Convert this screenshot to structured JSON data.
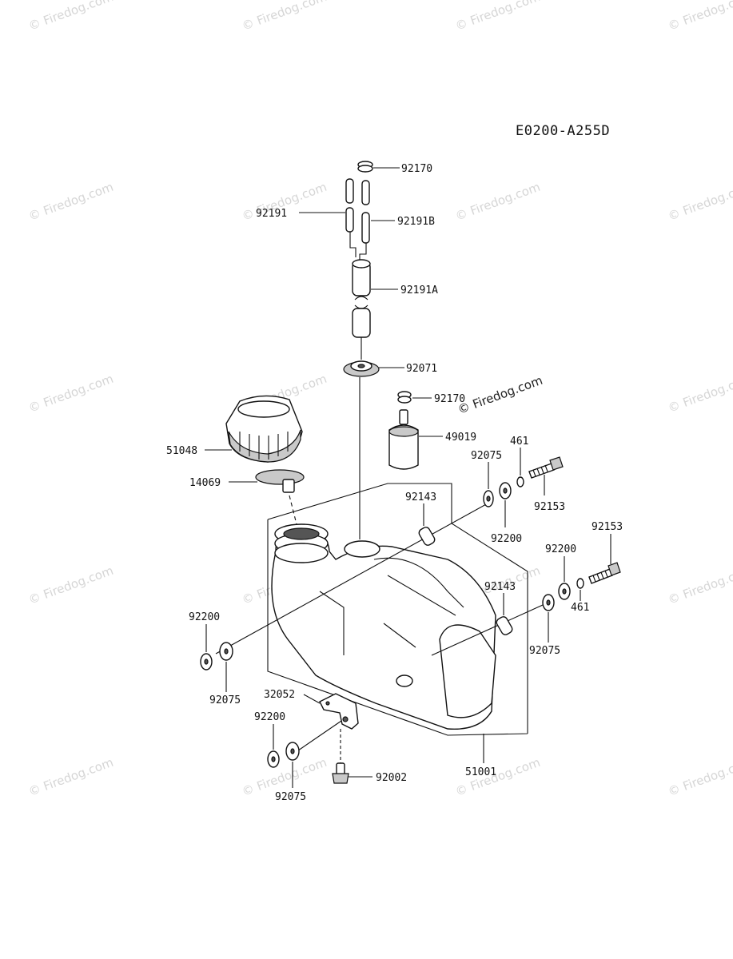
{
  "diagram_code": "E0200-A255D",
  "watermark_text": "© Firedog.com",
  "watermark_featured": "© Firedog.com",
  "part_labels": {
    "p92170_top": "92170",
    "p92191": "92191",
    "p92191B": "92191B",
    "p92191A": "92191A",
    "p92071": "92071",
    "p92170_mid": "92170",
    "p49019": "49019",
    "p51048": "51048",
    "p14069": "14069",
    "p461_top": "461",
    "p92075_top": "92075",
    "p92153_top": "92153",
    "p92143_top": "92143",
    "p92200_top": "92200",
    "p92153_right": "92153",
    "p92200_right": "92200",
    "p92143_right": "92143",
    "p461_right": "461",
    "p92075_right": "92075",
    "p92200_left": "92200",
    "p92075_left": "92075",
    "p32052": "32052",
    "p92200_bottom": "92200",
    "p92075_bottom": "92075",
    "p92002": "92002",
    "p51001": "51001"
  }
}
